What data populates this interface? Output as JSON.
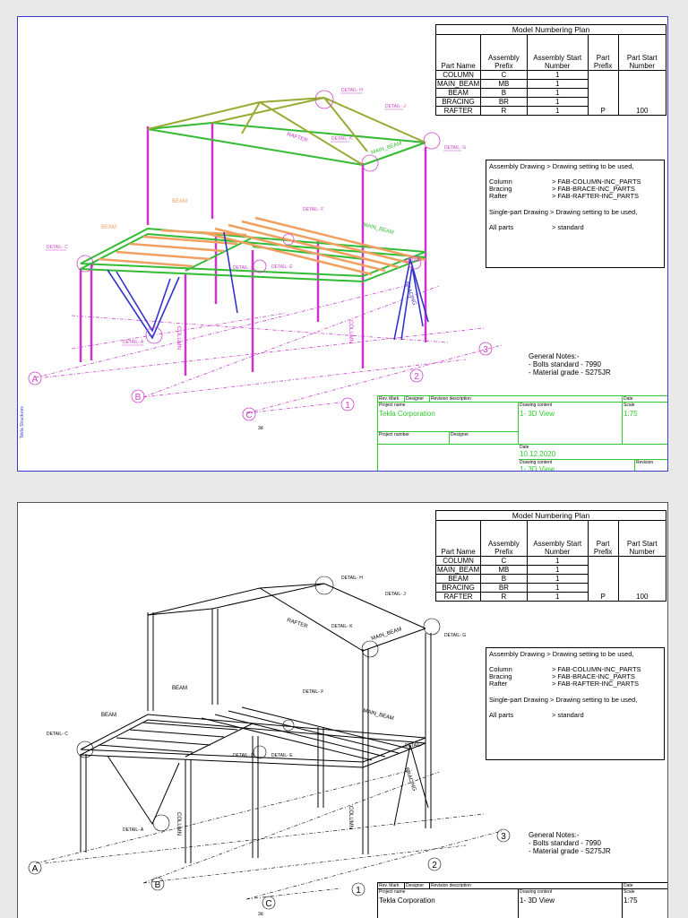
{
  "plan": {
    "title": "Model Numbering Plan",
    "headers": [
      "Part Name",
      "Assembly Prefix",
      "Assembly Start Number",
      "Part Prefix",
      "Part Start Number"
    ],
    "rows": [
      [
        "COLUMN",
        "C",
        "1"
      ],
      [
        "MAIN_BEAM",
        "MB",
        "1"
      ],
      [
        "BEAM",
        "B",
        "1"
      ],
      [
        "BRACING",
        "BR",
        "1"
      ],
      [
        "RAFTER",
        "R",
        "1"
      ]
    ],
    "part_prefix": "P",
    "part_start": "100"
  },
  "notes": {
    "assembly_heading": "Assembly Drawing > Drawing setting to be used,",
    "assembly_rows": [
      {
        "k": "Column",
        "v": "> FAB-COLUMN-INC_PARTS"
      },
      {
        "k": "Bracing",
        "v": "> FAB-BRACE-INC_PARTS"
      },
      {
        "k": "Rafter",
        "v": "> FAB-RAFTER-INC_PARTS"
      }
    ],
    "single_heading": "Single-part Drawing > Drawing setting to be used,",
    "single_rows": [
      {
        "k": "All parts",
        "v": "> standard"
      }
    ]
  },
  "general_notes": {
    "title": "General Notes:-",
    "lines": [
      "- Bolts standard - 7990",
      "- Material grade - S275JR"
    ]
  },
  "labels": {
    "details": [
      "DETAIL- H",
      "DETAIL- J",
      "DETAIL- K",
      "DETAIL- G",
      "DETAIL- F",
      "DETAIL- C",
      "DETAIL- D",
      "DETAIL- E",
      "DETAIL-",
      "DETAIL- A"
    ],
    "members": {
      "rafter": "RAFTER",
      "main_beam": "MAIN_BEAM",
      "beam": "BEAM",
      "column": "COLUMN",
      "bracing": "BRACING"
    },
    "grid_letters": [
      "A",
      "B",
      "C"
    ],
    "grid_numbers": [
      "1",
      "2",
      "3"
    ],
    "view": "3d"
  },
  "title_block": {
    "rev_mark": "Rev. Mark",
    "designer": "Designer",
    "revision_description": "Revision description",
    "date_label": "Date",
    "project_name_label": "Project name",
    "project_name": "Tekla Corporation",
    "drawing_content_label": "Drawing content",
    "drawing_content": "1- 3D View",
    "scale_label": "Scale",
    "scale": "1:75",
    "project_number_label": "Project number",
    "designer_label": "Designer",
    "date_value": "10.12.2020",
    "revision_label": "Revision"
  },
  "side_text": "Tekla Structures",
  "colors": {
    "column": "#cc33cc",
    "main_beam": "#33bb33",
    "beam": "#f0a060",
    "bracing": "#3333cc",
    "rafter": "#99aa33",
    "grid": "#cc44cc",
    "frame": "#3b3bcf"
  }
}
